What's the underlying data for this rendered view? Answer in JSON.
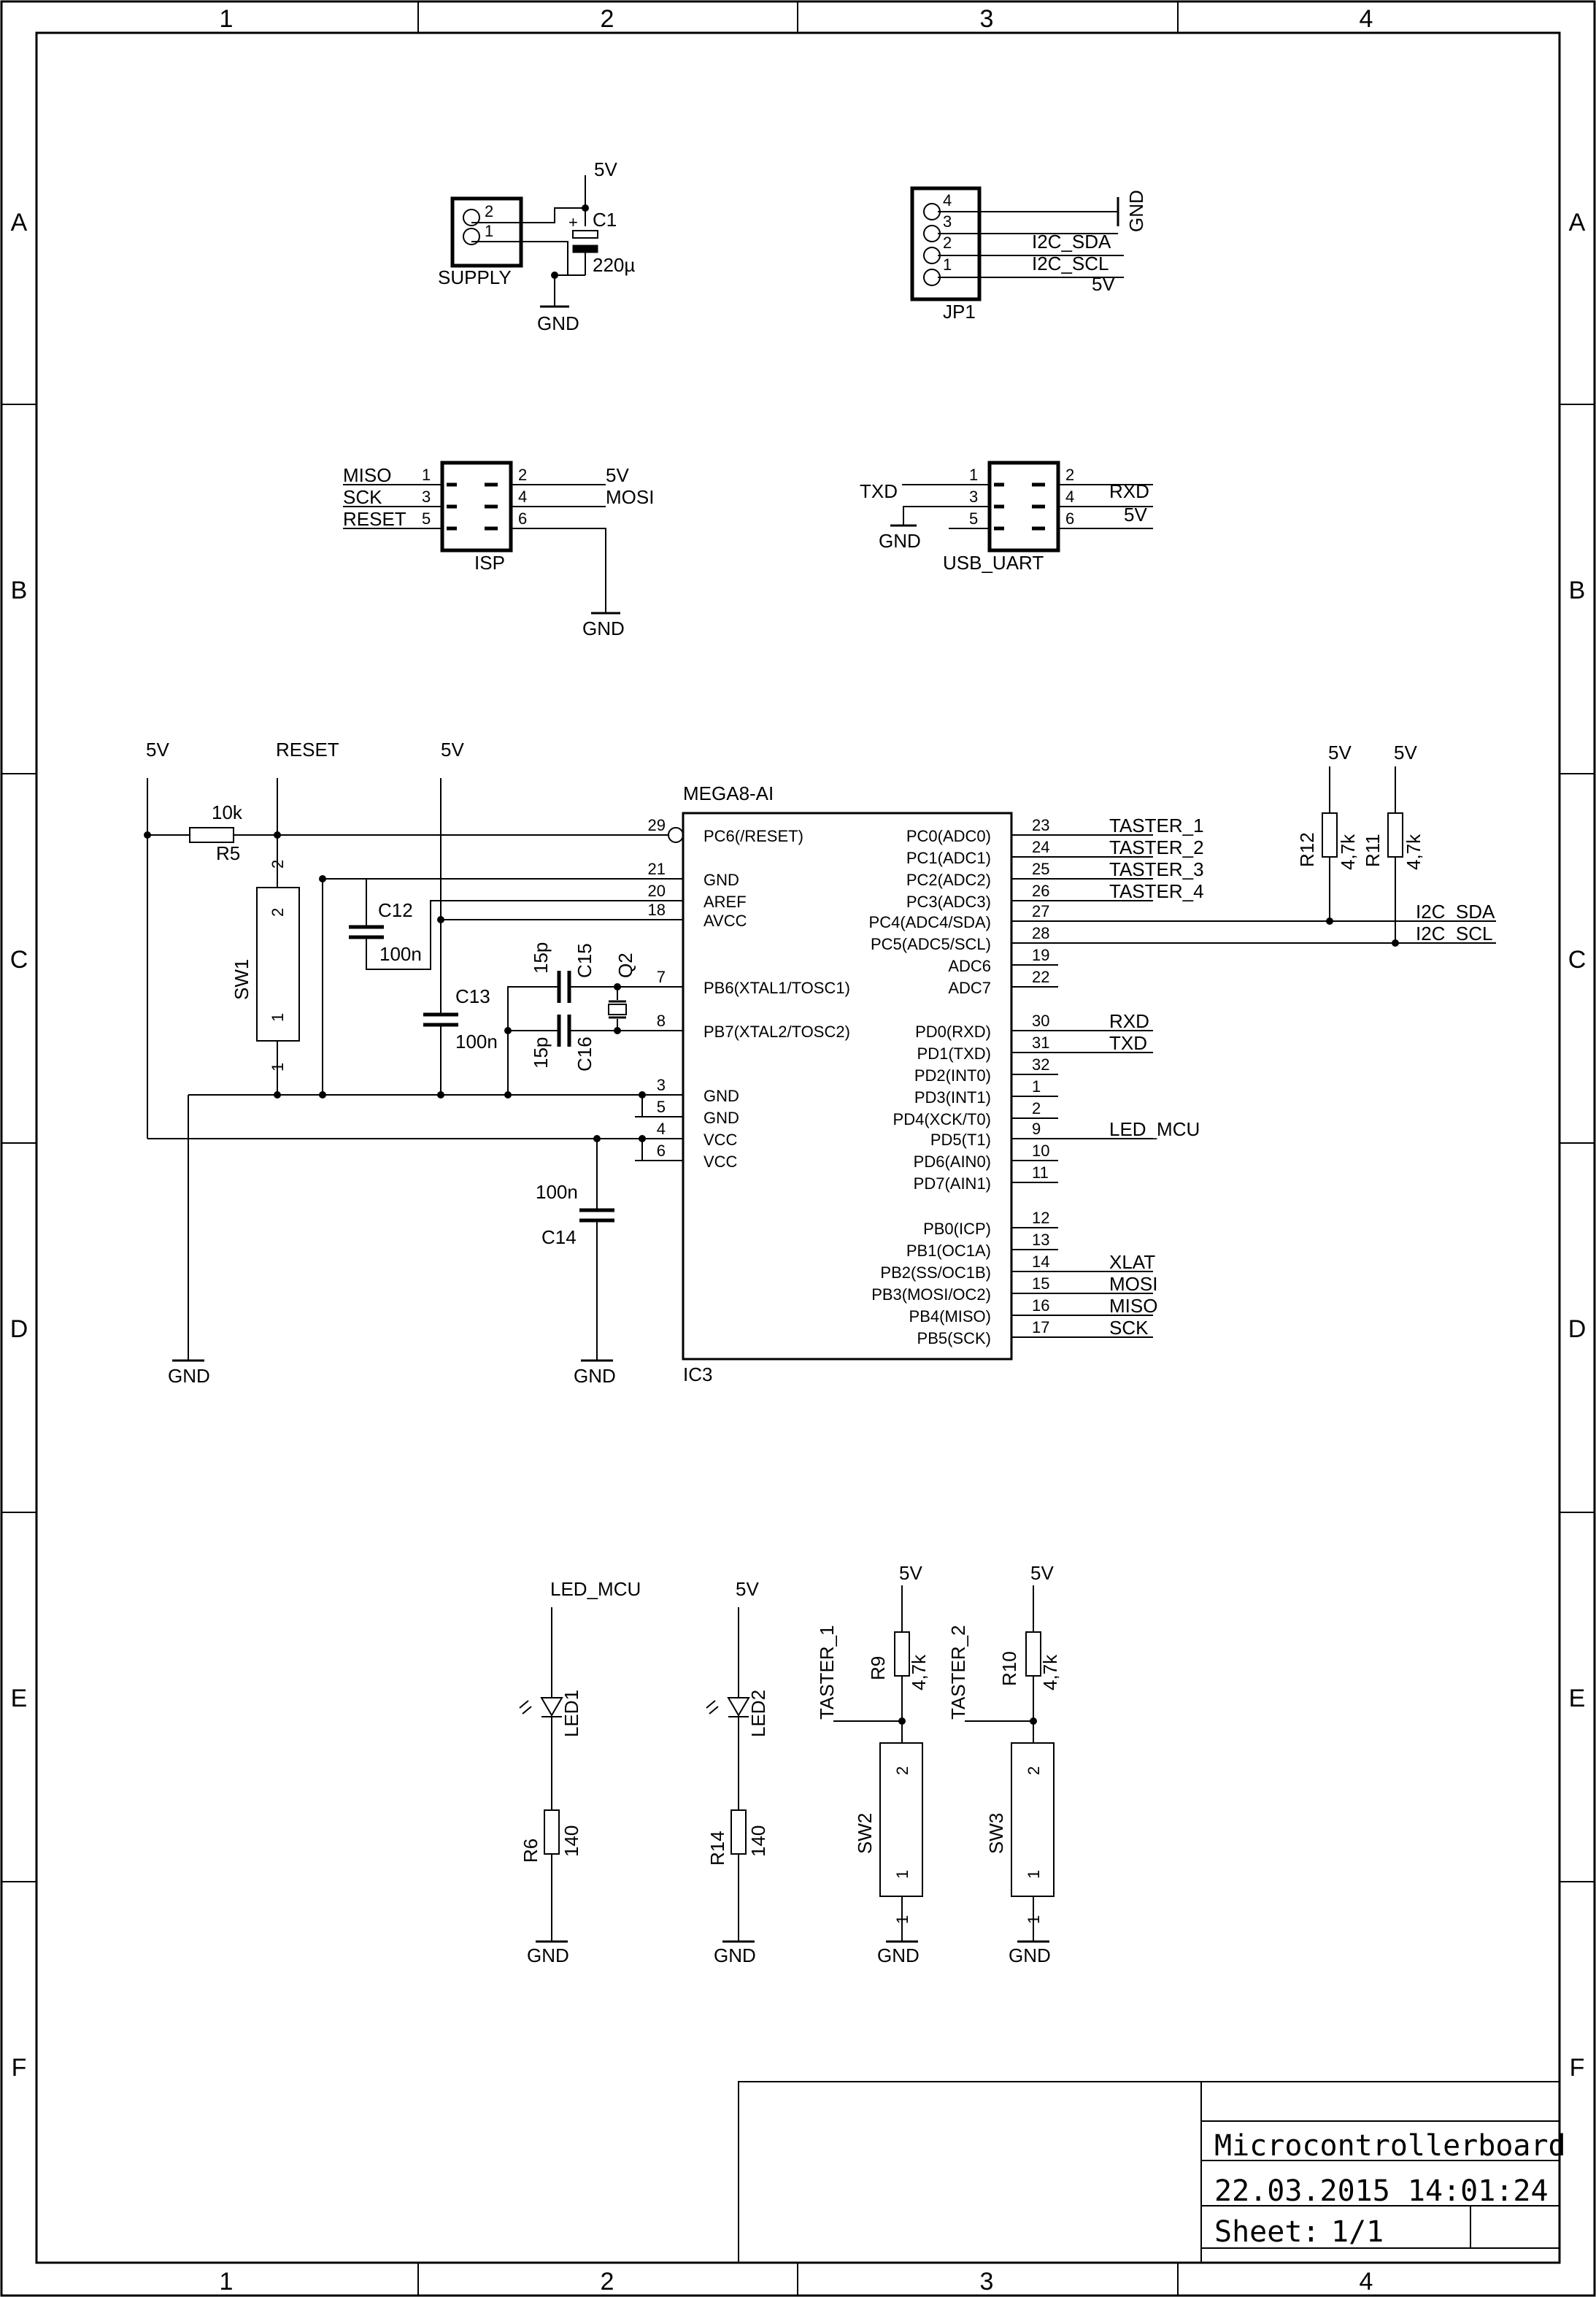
{
  "frame": {
    "columns": [
      "1",
      "2",
      "3",
      "4"
    ],
    "rows": [
      "A",
      "B",
      "C",
      "D",
      "E",
      "F"
    ]
  },
  "title_block": {
    "title": "Microcontrollerboard",
    "date": "22.03.2015 14:01:24",
    "sheet_label": "Sheet:",
    "sheet_value": "1/1"
  },
  "supply": {
    "name": "SUPPLY",
    "pin2": "2",
    "pin1": "1",
    "c1_name": "C1",
    "c1_value": "220µ",
    "c1_plus": "+",
    "vcc": "5V",
    "gnd": "GND"
  },
  "jp1": {
    "name": "JP1",
    "pins": [
      "4",
      "3",
      "2",
      "1"
    ],
    "gnd": "GND",
    "sda": "I2C_SDA",
    "scl": "I2C_SCL",
    "vcc": "5V"
  },
  "isp": {
    "name": "ISP",
    "left_pins": [
      "1",
      "3",
      "5"
    ],
    "right_pins": [
      "2",
      "4",
      "6"
    ],
    "left_nets": [
      "MISO",
      "SCK",
      "RESET"
    ],
    "right_nets": [
      "5V",
      "MOSI"
    ],
    "gnd": "GND"
  },
  "usb_uart": {
    "name": "USB_UART",
    "left_pins": [
      "1",
      "3",
      "5"
    ],
    "right_pins": [
      "2",
      "4",
      "6"
    ],
    "txd": "TXD",
    "rxd": "RXD",
    "vcc": "5V",
    "gnd": "GND"
  },
  "mcu": {
    "name": "MEGA8-AI",
    "ref": "IC3",
    "left_pins": [
      {
        "num": "29",
        "name": "PC6(/RESET)"
      },
      {
        "num": "21",
        "name": "GND"
      },
      {
        "num": "20",
        "name": "AREF"
      },
      {
        "num": "18",
        "name": "AVCC"
      },
      {
        "num": "7",
        "name": "PB6(XTAL1/TOSC1)"
      },
      {
        "num": "8",
        "name": "PB7(XTAL2/TOSC2)"
      },
      {
        "num": "3",
        "name": "GND"
      },
      {
        "num": "5",
        "name": "GND"
      },
      {
        "num": "4",
        "name": "VCC"
      },
      {
        "num": "6",
        "name": "VCC"
      }
    ],
    "right_pins": [
      {
        "num": "23",
        "name": "PC0(ADC0)",
        "net": "TASTER_1"
      },
      {
        "num": "24",
        "name": "PC1(ADC1)",
        "net": "TASTER_2"
      },
      {
        "num": "25",
        "name": "PC2(ADC2)",
        "net": "TASTER_3"
      },
      {
        "num": "26",
        "name": "PC3(ADC3)",
        "net": "TASTER_4"
      },
      {
        "num": "27",
        "name": "PC4(ADC4/SDA)",
        "net": "I2C_SDA"
      },
      {
        "num": "28",
        "name": "PC5(ADC5/SCL)",
        "net": "I2C_SCL"
      },
      {
        "num": "19",
        "name": "ADC6",
        "net": ""
      },
      {
        "num": "22",
        "name": "ADC7",
        "net": ""
      },
      {
        "num": "30",
        "name": "PD0(RXD)",
        "net": "RXD"
      },
      {
        "num": "31",
        "name": "PD1(TXD)",
        "net": "TXD"
      },
      {
        "num": "32",
        "name": "PD2(INT0)",
        "net": ""
      },
      {
        "num": "1",
        "name": "PD3(INT1)",
        "net": ""
      },
      {
        "num": "2",
        "name": "PD4(XCK/T0)",
        "net": ""
      },
      {
        "num": "9",
        "name": "PD5(T1)",
        "net": "LED_MCU"
      },
      {
        "num": "10",
        "name": "PD6(AIN0)",
        "net": ""
      },
      {
        "num": "11",
        "name": "PD7(AIN1)",
        "net": ""
      },
      {
        "num": "12",
        "name": "PB0(ICP)",
        "net": ""
      },
      {
        "num": "13",
        "name": "PB1(OC1A)",
        "net": ""
      },
      {
        "num": "14",
        "name": "PB2(SS/OC1B)",
        "net": "XLAT"
      },
      {
        "num": "15",
        "name": "PB3(MOSI/OC2)",
        "net": "MOSI"
      },
      {
        "num": "16",
        "name": "PB4(MISO)",
        "net": "MISO"
      },
      {
        "num": "17",
        "name": "PB5(SCK)",
        "net": "SCK"
      }
    ]
  },
  "reset_circuit": {
    "vcc_left": "5V",
    "reset": "RESET",
    "vcc_mid": "5V",
    "r5_name": "R5",
    "r5_value": "10k",
    "sw1": "SW1",
    "sw_pin2": "2",
    "sw_pin1": "1",
    "c12_name": "C12",
    "c12_value": "100n",
    "c13_name": "C13",
    "c13_value": "100n",
    "c14_name": "C14",
    "c14_value": "100n",
    "c15_name": "C15",
    "c15_value": "15p",
    "c16_name": "C16",
    "c16_value": "15p",
    "q2": "Q2",
    "gnd_left": "GND",
    "gnd_mid": "GND"
  },
  "pullups": {
    "r12_name": "R12",
    "r12_value": "4,7k",
    "r11_name": "R11",
    "r11_value": "4,7k",
    "vcc": "5V"
  },
  "leds": {
    "led1_net": "LED_MCU",
    "led1": "LED1",
    "r6_name": "R6",
    "r6_value": "140",
    "led2_net": "5V",
    "led2": "LED2",
    "r14_name": "R14",
    "r14_value": "140",
    "gnd": "GND"
  },
  "switches": {
    "taster1": "TASTER_1",
    "r9_name": "R9",
    "r9_value": "4,7k",
    "sw2": "SW2",
    "taster2": "TASTER_2",
    "r10_name": "R10",
    "r10_value": "4,7k",
    "sw3": "SW3",
    "pin2": "2",
    "pin1": "1",
    "vcc": "5V",
    "gnd": "GND"
  }
}
